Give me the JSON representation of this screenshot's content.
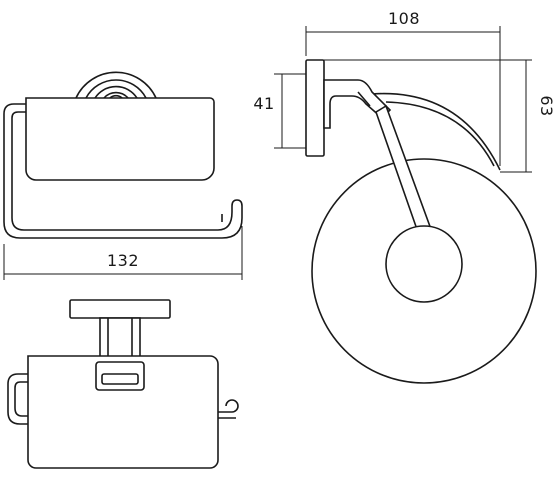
{
  "dimensions": {
    "front_width": "132",
    "side_depth": "108",
    "side_mount_height": "41",
    "side_total_height": "63"
  },
  "colors": {
    "line": "#1a1a1a",
    "background": "#ffffff"
  }
}
